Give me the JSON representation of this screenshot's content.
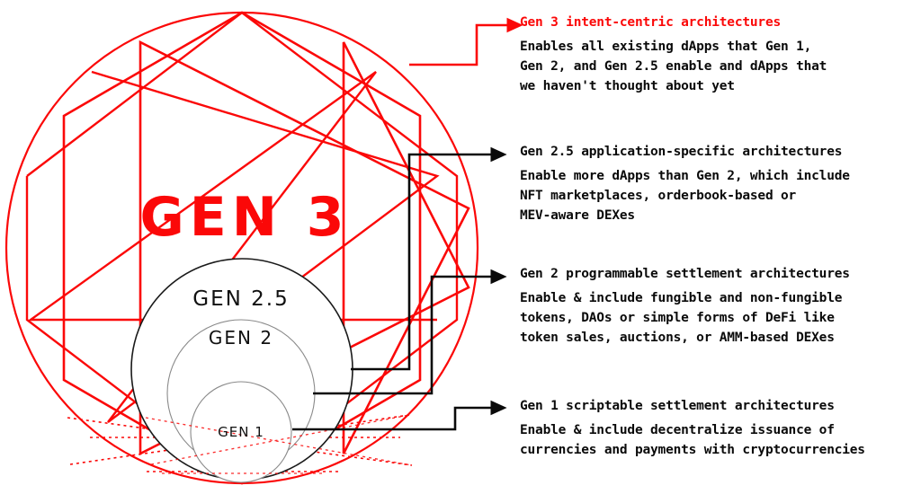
{
  "diagram": {
    "title": "GEN 3",
    "venn_labels": {
      "outer": "GEN 2.5",
      "middle": "GEN 2",
      "inner": "GEN 1"
    },
    "colors": {
      "accent_red": "#fb0808",
      "text_black": "#0a0a0a",
      "circle_stroke": "#8a8a8a",
      "outer_circle_stroke": "#1a1a1a"
    }
  },
  "callouts": [
    {
      "id": "gen3",
      "color": "red",
      "heading": "Gen 3 intent-centric architectures",
      "lines": [
        "Enables all existing dApps that Gen 1,",
        "Gen 2, and Gen 2.5 enable and dApps that",
        "we haven't thought about yet"
      ]
    },
    {
      "id": "gen25",
      "color": "black",
      "heading": "Gen 2.5 application-specific architectures",
      "lines": [
        "Enable more dApps than Gen 2, which include",
        "NFT marketplaces, orderbook-based or",
        "MEV-aware DEXes"
      ]
    },
    {
      "id": "gen2",
      "color": "black",
      "heading": "Gen 2 programmable settlement architectures",
      "lines": [
        "Enable & include fungible and non-fungible",
        "tokens, DAOs or simple forms of DeFi like",
        "token sales, auctions, or AMM-based DEXes"
      ]
    },
    {
      "id": "gen1",
      "color": "black",
      "heading": "Gen 1 scriptable settlement architectures",
      "lines": [
        "Enable & include decentralize issuance of",
        "currencies and payments with cryptocurrencies"
      ]
    }
  ]
}
